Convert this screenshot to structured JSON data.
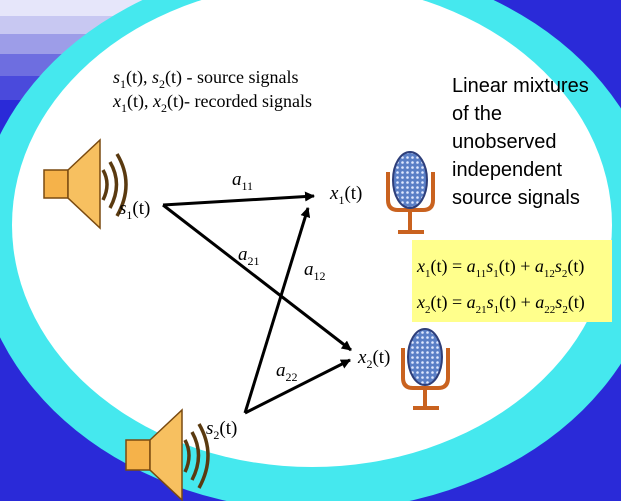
{
  "legend": {
    "sources": {
      "symbols": [
        "s",
        "1",
        "(t), ",
        "s",
        "2",
        "(t)"
      ],
      "text": " - source signals"
    },
    "recorded": {
      "symbols": [
        "x",
        "1",
        "(t), ",
        "x",
        "2",
        "(t)"
      ],
      "text": "- recorded signals"
    }
  },
  "description": {
    "lines": [
      "Linear mixtures",
      "of the",
      "unobserved",
      "independent",
      "source signals"
    ]
  },
  "nodes": {
    "s1": {
      "base": "s",
      "sub": "1",
      "arg": "(t)"
    },
    "s2": {
      "base": "s",
      "sub": "2",
      "arg": "(t)"
    },
    "x1": {
      "base": "x",
      "sub": "1",
      "arg": "(t)"
    },
    "x2": {
      "base": "x",
      "sub": "2",
      "arg": "(t)"
    }
  },
  "coefficients": {
    "a11": {
      "base": "a",
      "sub": "11"
    },
    "a21": {
      "base": "a",
      "sub": "21"
    },
    "a12": {
      "base": "a",
      "sub": "12"
    },
    "a22": {
      "base": "a",
      "sub": "22"
    }
  },
  "equations": {
    "eq1": [
      "x",
      "1",
      "(t) = ",
      "a",
      "11",
      "s",
      "1",
      "(t) + ",
      "a",
      "12",
      "s",
      "2",
      "(t)"
    ],
    "eq2": [
      "x",
      "2",
      "(t) = ",
      "a",
      "21",
      "s",
      "1",
      "(t) + ",
      "a",
      "22",
      "s",
      "2",
      "(t)"
    ]
  },
  "colors": {
    "background_blue": "#2a2ad8",
    "stripe_light": "#c8c8f2",
    "ring_cyan": "#45e8ee",
    "inner_white": "#ffffff",
    "equation_highlight": "#ffff8c",
    "speaker_orange": "#f5b24a",
    "microphone_blue": "#6f8fcf",
    "microphone_stand": "#c9621f",
    "arrow_black": "#000000"
  }
}
